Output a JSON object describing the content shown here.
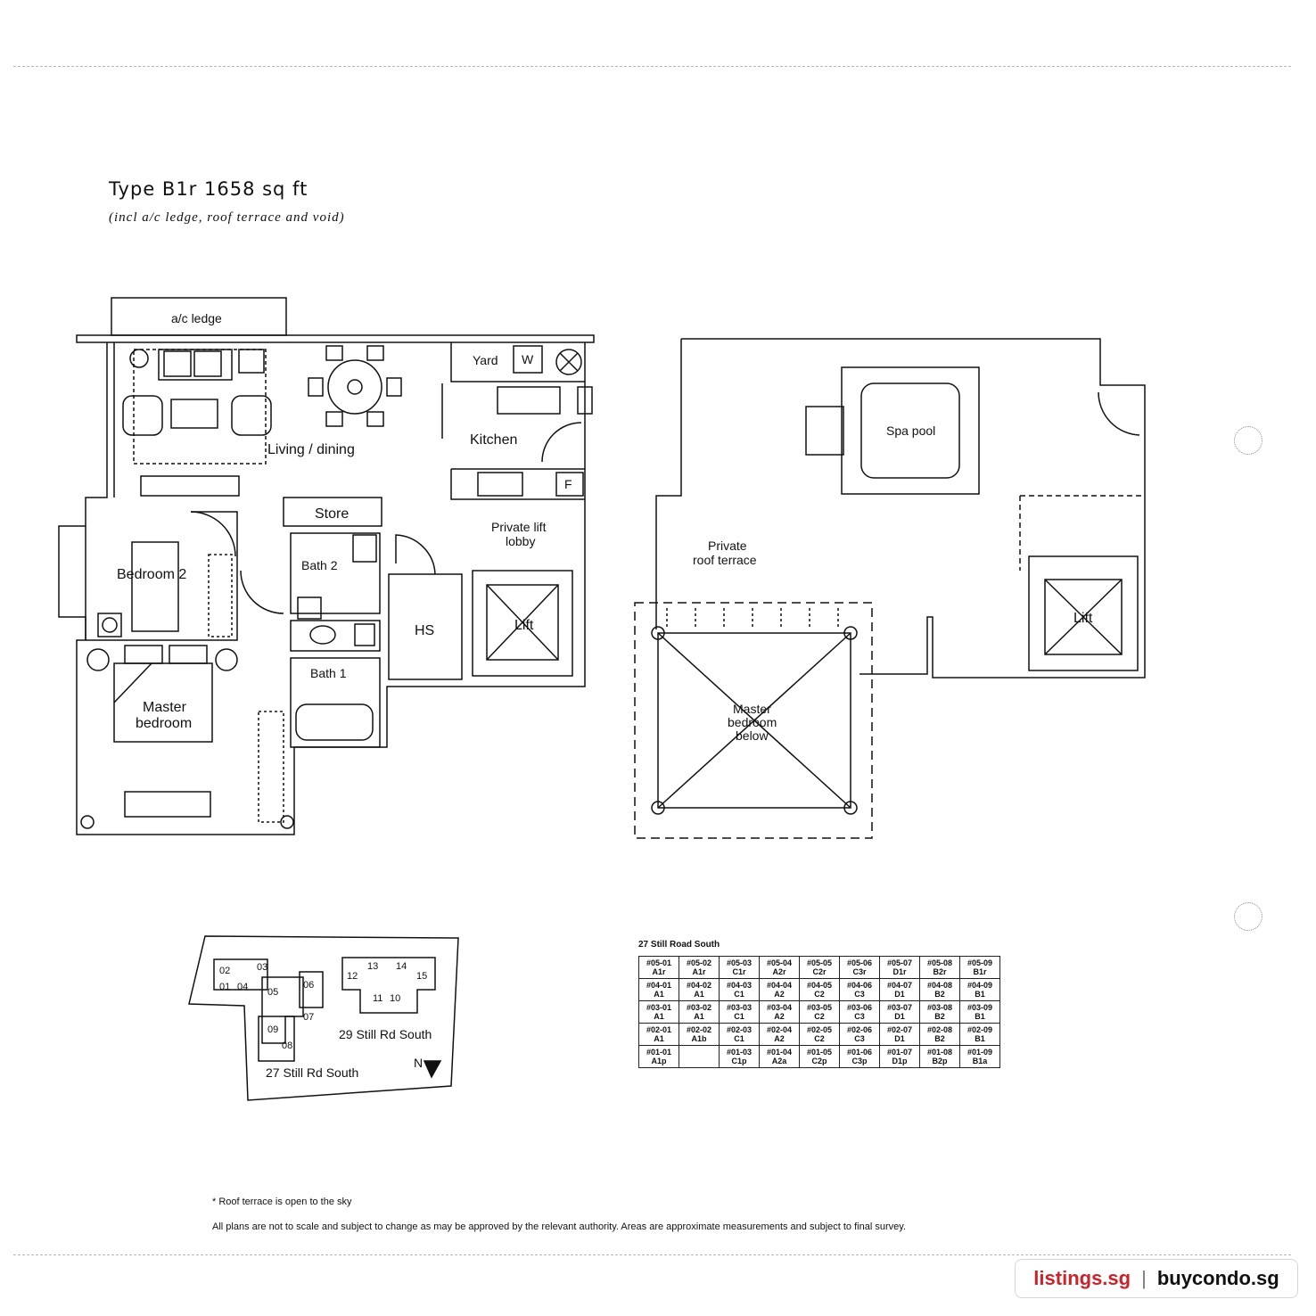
{
  "header": {
    "title": "Type B1r 1658 sq ft",
    "subtitle": "(incl a/c ledge, roof terrace and void)"
  },
  "lower_floor": {
    "rooms": {
      "ac_ledge": "a/c ledge",
      "yard": "Yard",
      "washer": "W",
      "living_dining": "Living / dining",
      "kitchen": "Kitchen",
      "fridge": "F",
      "store": "Store",
      "private_lift_lobby_1": "Private lift",
      "private_lift_lobby_2": "lobby",
      "bedroom2": "Bedroom 2",
      "bath2": "Bath 2",
      "hs": "HS",
      "lift": "Lift",
      "bath1": "Bath 1",
      "master_1": "Master",
      "master_2": "bedroom"
    }
  },
  "upper_floor": {
    "rooms": {
      "spa_pool": "Spa pool",
      "roof_terrace_1": "Private",
      "roof_terrace_2": "roof terrace",
      "lift": "Lift",
      "master_below_1": "Master",
      "master_below_2": "bedroom",
      "master_below_3": "below"
    }
  },
  "key_plan": {
    "blocks": [
      "01",
      "02",
      "03",
      "04",
      "05",
      "06",
      "07",
      "08",
      "09",
      "10",
      "11",
      "12",
      "13",
      "14",
      "15"
    ],
    "label_29": "29 Still Rd South",
    "label_27": "27 Still Rd South",
    "north": "N"
  },
  "unit_table": {
    "title": "27 Still Road South",
    "rows": [
      [
        [
          "#05-01",
          "A1r"
        ],
        [
          "#05-02",
          "A1r"
        ],
        [
          "#05-03",
          "C1r"
        ],
        [
          "#05-04",
          "A2r"
        ],
        [
          "#05-05",
          "C2r"
        ],
        [
          "#05-06",
          "C3r"
        ],
        [
          "#05-07",
          "D1r"
        ],
        [
          "#05-08",
          "B2r"
        ],
        [
          "#05-09",
          "B1r"
        ]
      ],
      [
        [
          "#04-01",
          "A1"
        ],
        [
          "#04-02",
          "A1"
        ],
        [
          "#04-03",
          "C1"
        ],
        [
          "#04-04",
          "A2"
        ],
        [
          "#04-05",
          "C2"
        ],
        [
          "#04-06",
          "C3"
        ],
        [
          "#04-07",
          "D1"
        ],
        [
          "#04-08",
          "B2"
        ],
        [
          "#04-09",
          "B1"
        ]
      ],
      [
        [
          "#03-01",
          "A1"
        ],
        [
          "#03-02",
          "A1"
        ],
        [
          "#03-03",
          "C1"
        ],
        [
          "#03-04",
          "A2"
        ],
        [
          "#03-05",
          "C2"
        ],
        [
          "#03-06",
          "C3"
        ],
        [
          "#03-07",
          "D1"
        ],
        [
          "#03-08",
          "B2"
        ],
        [
          "#03-09",
          "B1"
        ]
      ],
      [
        [
          "#02-01",
          "A1"
        ],
        [
          "#02-02",
          "A1b"
        ],
        [
          "#02-03",
          "C1"
        ],
        [
          "#02-04",
          "A2"
        ],
        [
          "#02-05",
          "C2"
        ],
        [
          "#02-06",
          "C3"
        ],
        [
          "#02-07",
          "D1"
        ],
        [
          "#02-08",
          "B2"
        ],
        [
          "#02-09",
          "B1"
        ]
      ],
      [
        [
          "#01-01",
          "A1p"
        ],
        [
          "",
          ""
        ],
        [
          "#01-03",
          "C1p"
        ],
        [
          "#01-04",
          "A2a"
        ],
        [
          "#01-05",
          "C2p"
        ],
        [
          "#01-06",
          "C3p"
        ],
        [
          "#01-07",
          "D1p"
        ],
        [
          "#01-08",
          "B2p"
        ],
        [
          "#01-09",
          "B1a"
        ]
      ]
    ]
  },
  "notes": {
    "note1": "* Roof terrace is open to the sky",
    "note2": "All plans are not to scale and subject to change as may be approved by the relevant authority. Areas are approximate measurements and subject to final survey."
  },
  "footer": {
    "brand_left": "listings.sg",
    "separator": "|",
    "brand_right": "buycondo.sg"
  }
}
